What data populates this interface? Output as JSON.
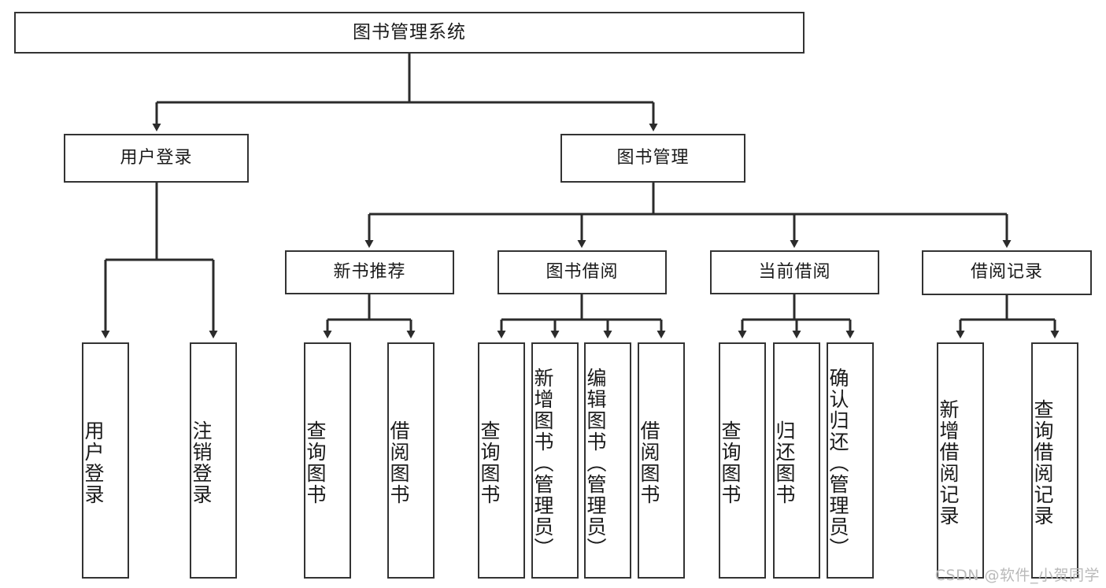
{
  "diagram": {
    "title": "图书管理系统",
    "type": "tree-hierarchy",
    "orientation": "top-down"
  },
  "root": {
    "label": "图书管理系统"
  },
  "level2": [
    {
      "id": "user-login",
      "label": "用户登录"
    },
    {
      "id": "book-manage",
      "label": "图书管理"
    }
  ],
  "level3": [
    {
      "id": "new-book-recommend",
      "label": "新书推荐"
    },
    {
      "id": "book-borrow",
      "label": "图书借阅"
    },
    {
      "id": "current-borrow",
      "label": "当前借阅"
    },
    {
      "id": "borrow-record",
      "label": "借阅记录"
    }
  ],
  "leaves": {
    "user_login": [
      {
        "id": "leaf-user-login",
        "label": "用户登录"
      },
      {
        "id": "leaf-logout-login",
        "label": "注销登录"
      }
    ],
    "new_book_recommend": [
      {
        "id": "leaf-query-book-1",
        "label": "查询图书"
      },
      {
        "id": "leaf-borrow-book-1",
        "label": "借阅图书"
      }
    ],
    "book_borrow": [
      {
        "id": "leaf-query-book-2",
        "label": "查询图书"
      },
      {
        "id": "leaf-add-book",
        "label": "新增图书（管理员）"
      },
      {
        "id": "leaf-edit-book",
        "label": "编辑图书（管理员）"
      },
      {
        "id": "leaf-borrow-book-2",
        "label": "借阅图书"
      }
    ],
    "current_borrow": [
      {
        "id": "leaf-query-book-3",
        "label": "查询图书"
      },
      {
        "id": "leaf-return-book",
        "label": "归还图书"
      },
      {
        "id": "leaf-confirm-return",
        "label": "确认归还（管理员）"
      }
    ],
    "borrow_record": [
      {
        "id": "leaf-add-record",
        "label": "新增借阅记录"
      },
      {
        "id": "leaf-query-record",
        "label": "查询借阅记录"
      }
    ]
  },
  "watermark": {
    "text": "CSDN @软件_小贺同学"
  },
  "colors": {
    "background": "#ffffff",
    "box_border": "#333333",
    "box_fill": "#ffffff",
    "text": "#1a1a1a",
    "connector": "#2b2b2b",
    "watermark": "#b9b9b9"
  }
}
